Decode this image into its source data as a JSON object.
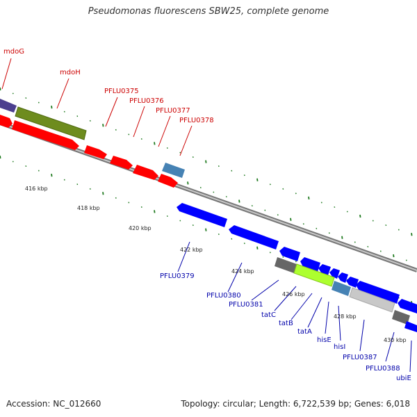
{
  "title": "Pseudomonas fluorescens SBW25, complete genome",
  "footer": {
    "accession": "Accession: NC_012660",
    "summary": "Topology: circular; Length: 6,722,539 bp; Genes: 6,018"
  },
  "colors": {
    "forward_label": "#cc0000",
    "reverse_label": "#0000aa",
    "tick": "#1f7a1f",
    "backbone": "#8c8c8c"
  },
  "scale": {
    "ticks": [
      "416 kbp",
      "418 kbp",
      "420 kbp",
      "422 kbp",
      "424 kbp",
      "426 kbp",
      "428 kbp",
      "430 kbp"
    ]
  },
  "forward_genes": [
    {
      "label": "mdoG",
      "color": "#4b3f8f"
    },
    {
      "label": "mdoH",
      "color": "#6e8c1e"
    },
    {
      "label": "PFLU0375",
      "color": "#ff0000"
    },
    {
      "label": "PFLU0376",
      "color": "#ff0000"
    },
    {
      "label": "PFLU0377",
      "color": "#ff0000"
    },
    {
      "label": "PFLU0378",
      "color": "#4682b4"
    }
  ],
  "reverse_genes": [
    {
      "label": "PFLU0379",
      "color": "#0000ff"
    },
    {
      "label": "PFLU0380",
      "color": "#0000ff"
    },
    {
      "label": "PFLU0381",
      "color": "#0000ff"
    },
    {
      "label": "tatC",
      "color": "#0000ff"
    },
    {
      "label": "tatB",
      "color": "#0000ff"
    },
    {
      "label": "tatA",
      "color": "#0000ff"
    },
    {
      "label": "hisE",
      "color": "#0000ff"
    },
    {
      "label": "hisI",
      "color": "#0000ff"
    },
    {
      "label": "PFLU0387",
      "color": "#0000ff"
    },
    {
      "label": "PFLU0388",
      "color": "#0000ff"
    },
    {
      "label": "ubiE",
      "color": "#0000ff"
    }
  ]
}
